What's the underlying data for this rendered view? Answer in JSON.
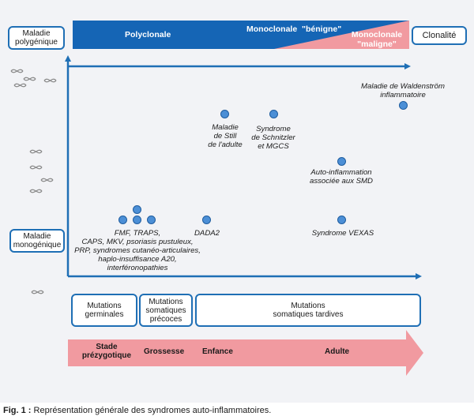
{
  "clonality_bar": {
    "polyclonal": "Polyclonale",
    "monoclonal_benign": "Monoclonale  \"bénigne\"",
    "monoclonal_malignant": "Monoclonale\n\"maligne\"",
    "colors": {
      "blue": "#1565b5",
      "pink": "#f19aa0"
    }
  },
  "left_axis": {
    "top_label": "Maladie\npolygénique",
    "bottom_label": "Maladie\nmonogénique"
  },
  "right_label": "Clonalité",
  "diseases": {
    "fmf": "FMF, TRAPS,\nCAPS, MKV, psoriasis pustuleux,\nPRP, syndromes cutanéo-articulaires,\nhaplo-insuffisance A20,\ninterféronopathies",
    "dada2": "DADA2",
    "still": "Maladie\nde Still\nde l'adulte",
    "schnitzler": "Syndrome\nde Schnitzler\net MGCS",
    "waldenstrom": "Maladie de Waldenström\ninflammatoire",
    "smd": "Auto-inflammation\nassociée aux SMD",
    "vexas": "Syndrome VEXAS"
  },
  "mutations": {
    "germinal": "Mutations\ngerminales",
    "somatic_early": "Mutations\nsomatiques\nprécoces",
    "somatic_late": "Mutations\nsomatiques tardives"
  },
  "timeline": {
    "stages": [
      "Stade\nprézygotique",
      "Grossesse",
      "Enfance",
      "Adulte"
    ],
    "color": "#f19aa0"
  },
  "caption": {
    "prefix": "Fig. 1 :",
    "text": " Représentation générale des syndromes auto-inflammatoires."
  },
  "icons": [
    "dna-icon",
    "dna-icon",
    "dna-icon",
    "dna-icon",
    "dna-icon",
    "dna-icon",
    "dna-icon",
    "dna-icon",
    "dna-icon"
  ]
}
